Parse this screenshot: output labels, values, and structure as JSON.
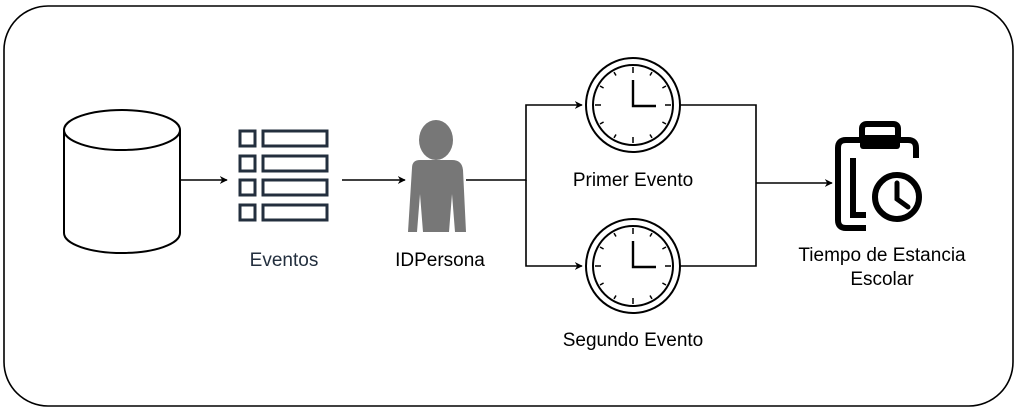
{
  "nodes": {
    "database": {
      "label": ""
    },
    "eventos": {
      "label": "Eventos",
      "icon": "table-list-icon",
      "color": "#232f3e"
    },
    "idpersona": {
      "label": "IDPersona",
      "icon": "person-icon",
      "color": "#777777"
    },
    "primer_evento": {
      "label": "Primer Evento",
      "icon": "clock-icon"
    },
    "segundo_evento": {
      "label": "Segundo Evento",
      "icon": "clock-icon"
    },
    "result": {
      "label": "Tiempo de Estancia Escolar",
      "icon": "clipboard-clock-icon"
    }
  },
  "edges": [
    {
      "from": "database",
      "to": "eventos"
    },
    {
      "from": "eventos",
      "to": "idpersona"
    },
    {
      "from": "idpersona",
      "to": "primer_evento"
    },
    {
      "from": "idpersona",
      "to": "segundo_evento"
    },
    {
      "from": "primer_evento",
      "to": "result"
    },
    {
      "from": "segundo_evento",
      "to": "result"
    }
  ],
  "colors": {
    "stroke": "#000000",
    "eventos_icon": "#232f3e",
    "person_icon": "#777777"
  }
}
